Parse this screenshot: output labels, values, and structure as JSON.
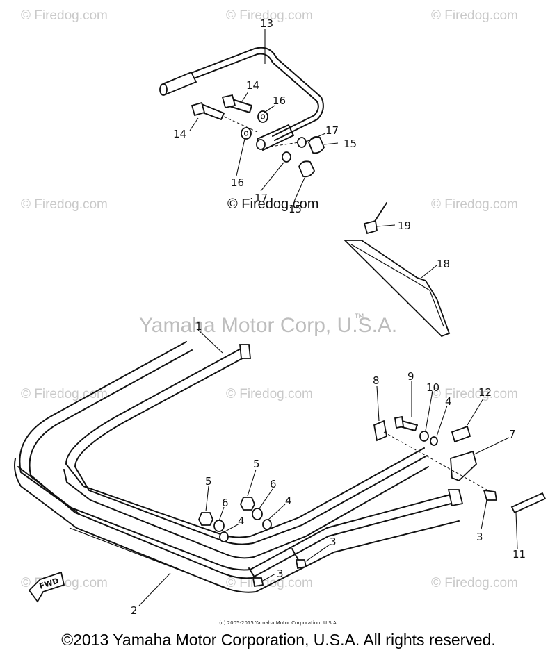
{
  "watermarks": {
    "tile": "© Firedog.com",
    "center_text": "Yamaha Motor Corp, U.S.A.",
    "tm": "TM"
  },
  "callouts": {
    "c1": "1",
    "c2": "2",
    "c3a": "3",
    "c3b": "3",
    "c3c": "3",
    "c4a": "4",
    "c4b": "4",
    "c4c": "4",
    "c5a": "5",
    "c5b": "5",
    "c6a": "6",
    "c6b": "6",
    "c7": "7",
    "c8": "8",
    "c9": "9",
    "c10": "10",
    "c11": "11",
    "c12": "12",
    "c13": "13",
    "c14a": "14",
    "c14b": "14",
    "c15a": "15",
    "c15b": "15",
    "c16a": "16",
    "c16b": "16",
    "c17a": "17",
    "c17b": "17",
    "c18": "18",
    "c19": "19"
  },
  "fwd_label": "FWD",
  "small_copyright": "(c) 2005-2015 Yamaha Motor Corporation, U.S.A.",
  "footer": "©2013 Yamaha Motor Corporation, U.S.A. All rights reserved."
}
